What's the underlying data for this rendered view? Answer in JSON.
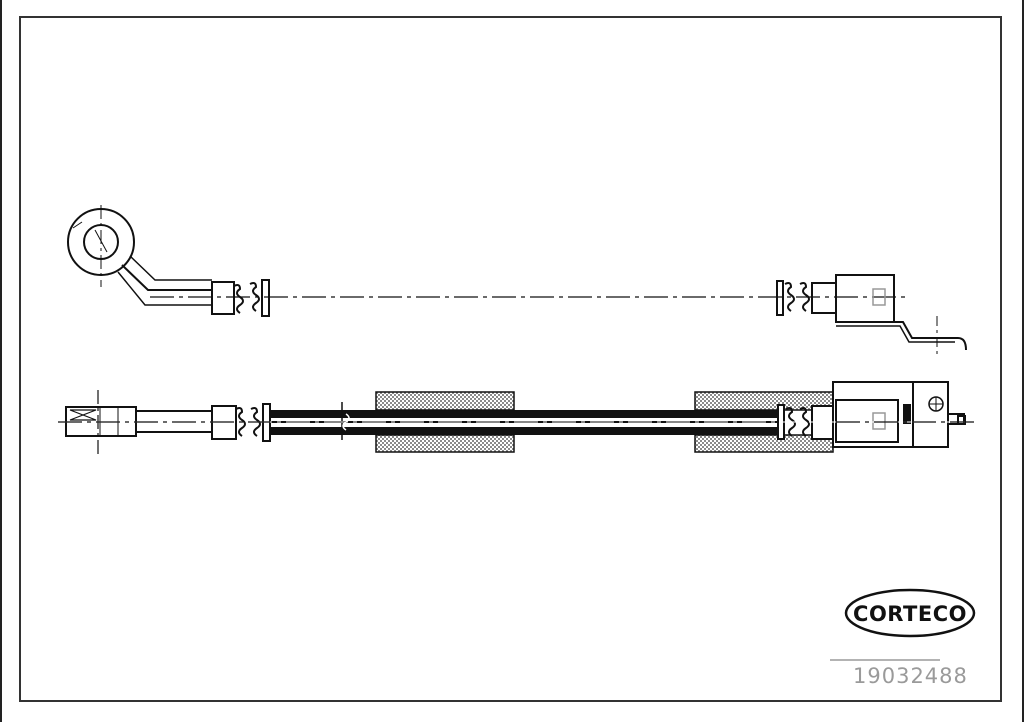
{
  "drawing": {
    "type": "technical drawing",
    "subject": "brake hose",
    "views": [
      {
        "name": "top-view",
        "description": "hose with banjo eye fitting (left) and bracket fitting with clip (right)"
      },
      {
        "name": "side-view",
        "description": "hose with male fitting (left), two protective sleeves, and bracket block fitting (right)"
      }
    ]
  },
  "logo": {
    "text": "CORTECO"
  },
  "part_number": "19032488",
  "colors": {
    "line": "#111111",
    "hatch": "#9a9a9a",
    "part_number_text": "#9a9a9a",
    "frame": "#333333"
  }
}
